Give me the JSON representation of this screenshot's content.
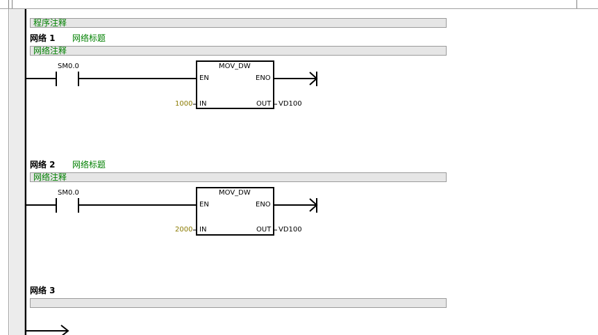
{
  "program_comment": "程序注释",
  "networks": [
    {
      "title": "网络 1",
      "subtitle": "网络标题",
      "comment": "网络注释",
      "contact_label": "SM0.0",
      "box_name": "MOV_DW",
      "en_label": "EN",
      "eno_label": "ENO",
      "in_label": "IN",
      "out_label": "OUT",
      "in_value": "1000",
      "out_value": "VD100"
    },
    {
      "title": "网络 2",
      "subtitle": "网络标题",
      "comment": "网络注释",
      "contact_label": "SM0.0",
      "box_name": "MOV_DW",
      "en_label": "EN",
      "eno_label": "ENO",
      "in_label": "IN",
      "out_label": "OUT",
      "in_value": "2000",
      "out_value": "VD100"
    },
    {
      "title": "网络 3",
      "subtitle": "",
      "comment": ""
    }
  ]
}
